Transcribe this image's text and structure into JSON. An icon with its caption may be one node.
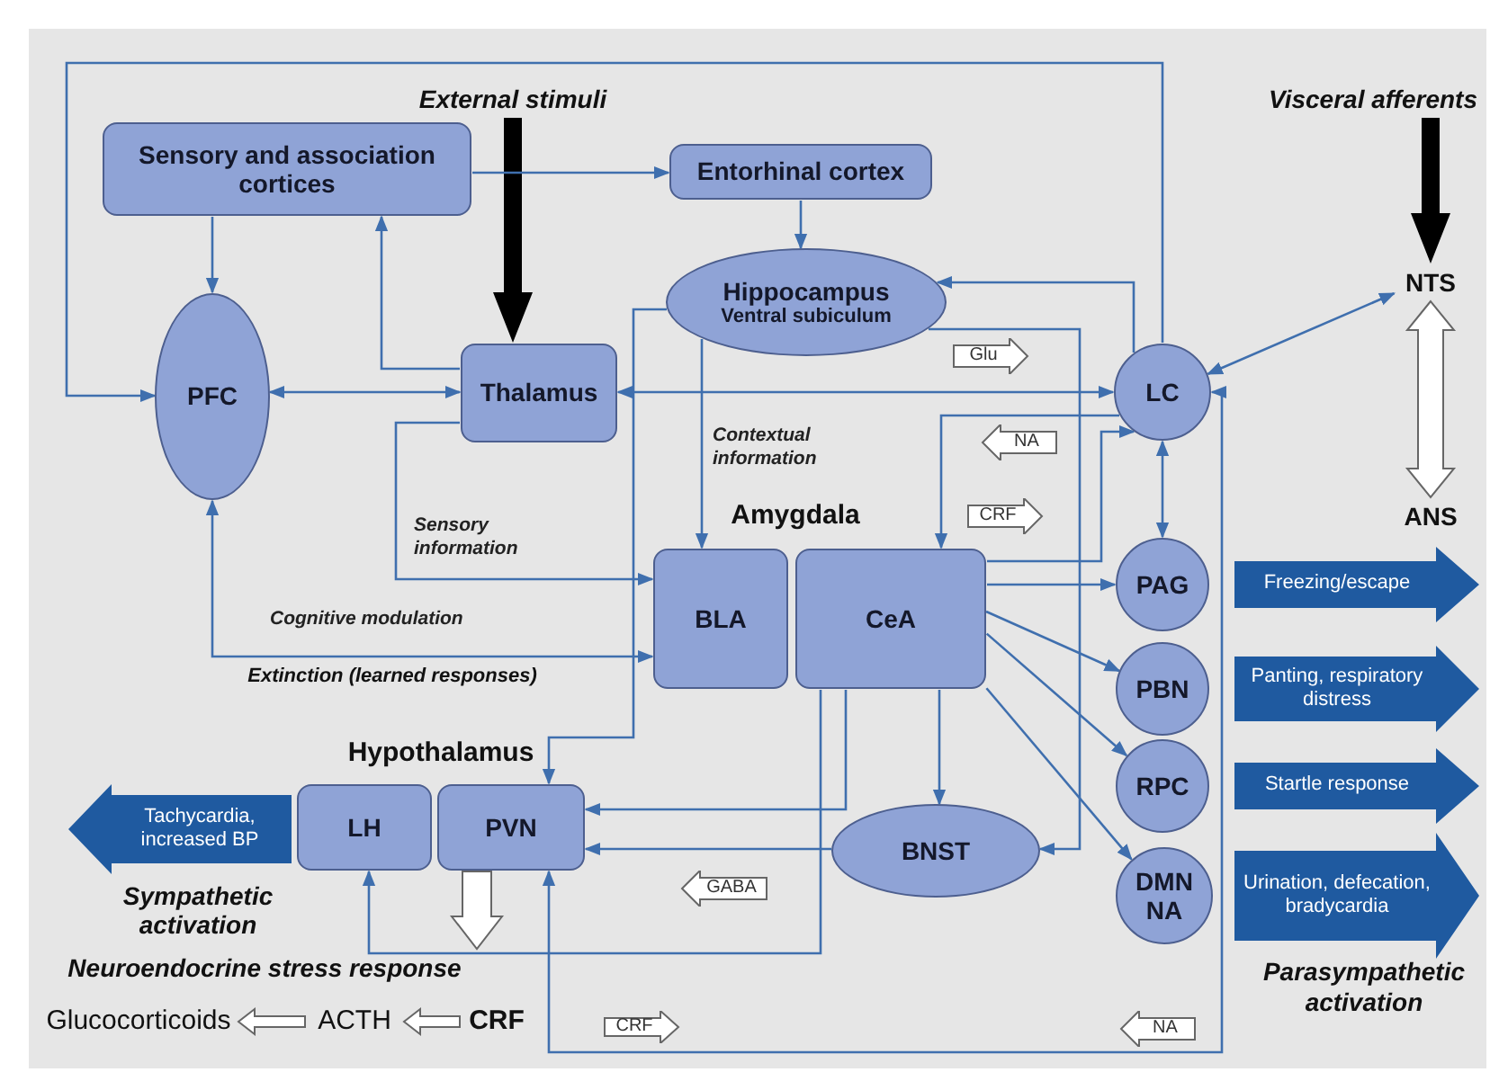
{
  "diagram": {
    "nodes": [
      {
        "text": [
          "External stimuli"
        ]
      },
      {
        "text": [
          "Visceral afferents"
        ]
      },
      {
        "text": [
          "Sensory and association cortices"
        ]
      },
      {
        "text": [
          "Entorhinal cortex"
        ]
      },
      {
        "text": [
          "Hippocampus",
          "Ventral subiculum"
        ]
      },
      {
        "text": [
          "NTS"
        ]
      },
      {
        "text": [
          "PFC"
        ]
      },
      {
        "text": [
          "Thalamus"
        ]
      },
      {
        "text": [
          "LC"
        ]
      },
      {
        "text": [
          "ANS"
        ]
      },
      {
        "text": [
          "BLA"
        ]
      },
      {
        "text": [
          "CeA"
        ]
      },
      {
        "text": [
          "PAG"
        ]
      },
      {
        "text": [
          "Freezing/escape"
        ]
      },
      {
        "text": [
          "PBN"
        ]
      },
      {
        "text": [
          "Panting, respiratory distress"
        ]
      },
      {
        "text": [
          "RPC"
        ]
      },
      {
        "text": [
          "Startle response"
        ]
      },
      {
        "text": [
          "Tachycardia, increased BP"
        ],
        "beside": [
          "Sympathetic activation"
        ]
      },
      {
        "text": [
          "LH"
        ]
      },
      {
        "text": [
          "PVN"
        ]
      },
      {
        "text": [
          "BNST"
        ]
      },
      {
        "text": [
          "DMN NA"
        ]
      },
      {
        "text": [
          "Urination, defecation, bradycardia"
        ]
      },
      {
        "text": [
          "Neuroendocrine stress response"
        ]
      },
      {
        "text": [
          "Glucocorticoids"
        ]
      },
      {
        "text": [
          "ACTH"
        ]
      },
      {
        "text": [
          "CRF"
        ]
      }
    ],
    "edges": [
      {
        "from": 0,
        "to": 7,
        "arrow": "to",
        "style": "thick",
        "color": "#000000"
      },
      {
        "from": 1,
        "to": 5,
        "arrow": "to",
        "style": "thick",
        "color": "#000000"
      },
      {
        "from": 2,
        "to": 3,
        "arrow": "to"
      },
      {
        "from": 3,
        "to": 4,
        "arrow": "to"
      },
      {
        "from": 2,
        "to": 6,
        "arrow": "to"
      },
      {
        "from": 7,
        "to": 2,
        "arrow": "to"
      },
      {
        "from": 6,
        "to": 7,
        "arrow": "both"
      },
      {
        "from": 8,
        "to": 6,
        "arrow": "to"
      },
      {
        "from": 8,
        "to": 7,
        "arrow": "both"
      },
      {
        "from": 8,
        "to": 4,
        "arrow": "to"
      },
      {
        "from": 4,
        "to": 10,
        "arrow": "to",
        "label": "Contextual information"
      },
      {
        "from": 4,
        "to": 20,
        "arrow": "to"
      },
      {
        "from": 4,
        "to": 21,
        "arrow": "to"
      },
      {
        "from": 8,
        "to": 11,
        "arrow": "to"
      },
      {
        "from": 11,
        "to": 8,
        "arrow": "to"
      },
      {
        "from": 8,
        "to": 12,
        "arrow": "both"
      },
      {
        "from": 5,
        "to": 8,
        "arrow": "both"
      },
      {
        "from": 20,
        "to": 8,
        "arrow": "both"
      },
      {
        "from": 11,
        "to": 12,
        "arrow": "to"
      },
      {
        "from": 11,
        "to": 14,
        "arrow": "to"
      },
      {
        "from": 11,
        "to": 16,
        "arrow": "to"
      },
      {
        "from": 11,
        "to": 22,
        "arrow": "to"
      },
      {
        "from": 11,
        "to": 21,
        "arrow": "to"
      },
      {
        "from": 11,
        "to": 20,
        "arrow": "to"
      },
      {
        "from": 21,
        "to": 20,
        "arrow": "to"
      },
      {
        "from": 11,
        "to": 19,
        "arrow": "to"
      },
      {
        "from": 7,
        "to": 10,
        "arrow": "to",
        "label": "Sensory information"
      },
      {
        "from": 6,
        "to": 10,
        "arrow": "both",
        "label": "Cognitive modulation"
      },
      {
        "from": 5,
        "to": 9,
        "arrow": "both",
        "style": "thick",
        "color": "#ffffff"
      },
      {
        "from": 20,
        "to": 24,
        "arrow": "to",
        "style": "thick",
        "color": "#ffffff"
      },
      {
        "from": 27,
        "to": 26,
        "arrow": "to",
        "style": "thick",
        "color": "#ffffff"
      },
      {
        "from": 26,
        "to": 25,
        "arrow": "to",
        "style": "thick",
        "color": "#ffffff"
      }
    ],
    "labels": [
      "Glu",
      "NA",
      "Amygdala",
      "CRF",
      "Extinction (learned responses)",
      "Hypothalamus",
      "GABA",
      "Parasympathetic activation",
      "CRF",
      "NA"
    ]
  }
}
